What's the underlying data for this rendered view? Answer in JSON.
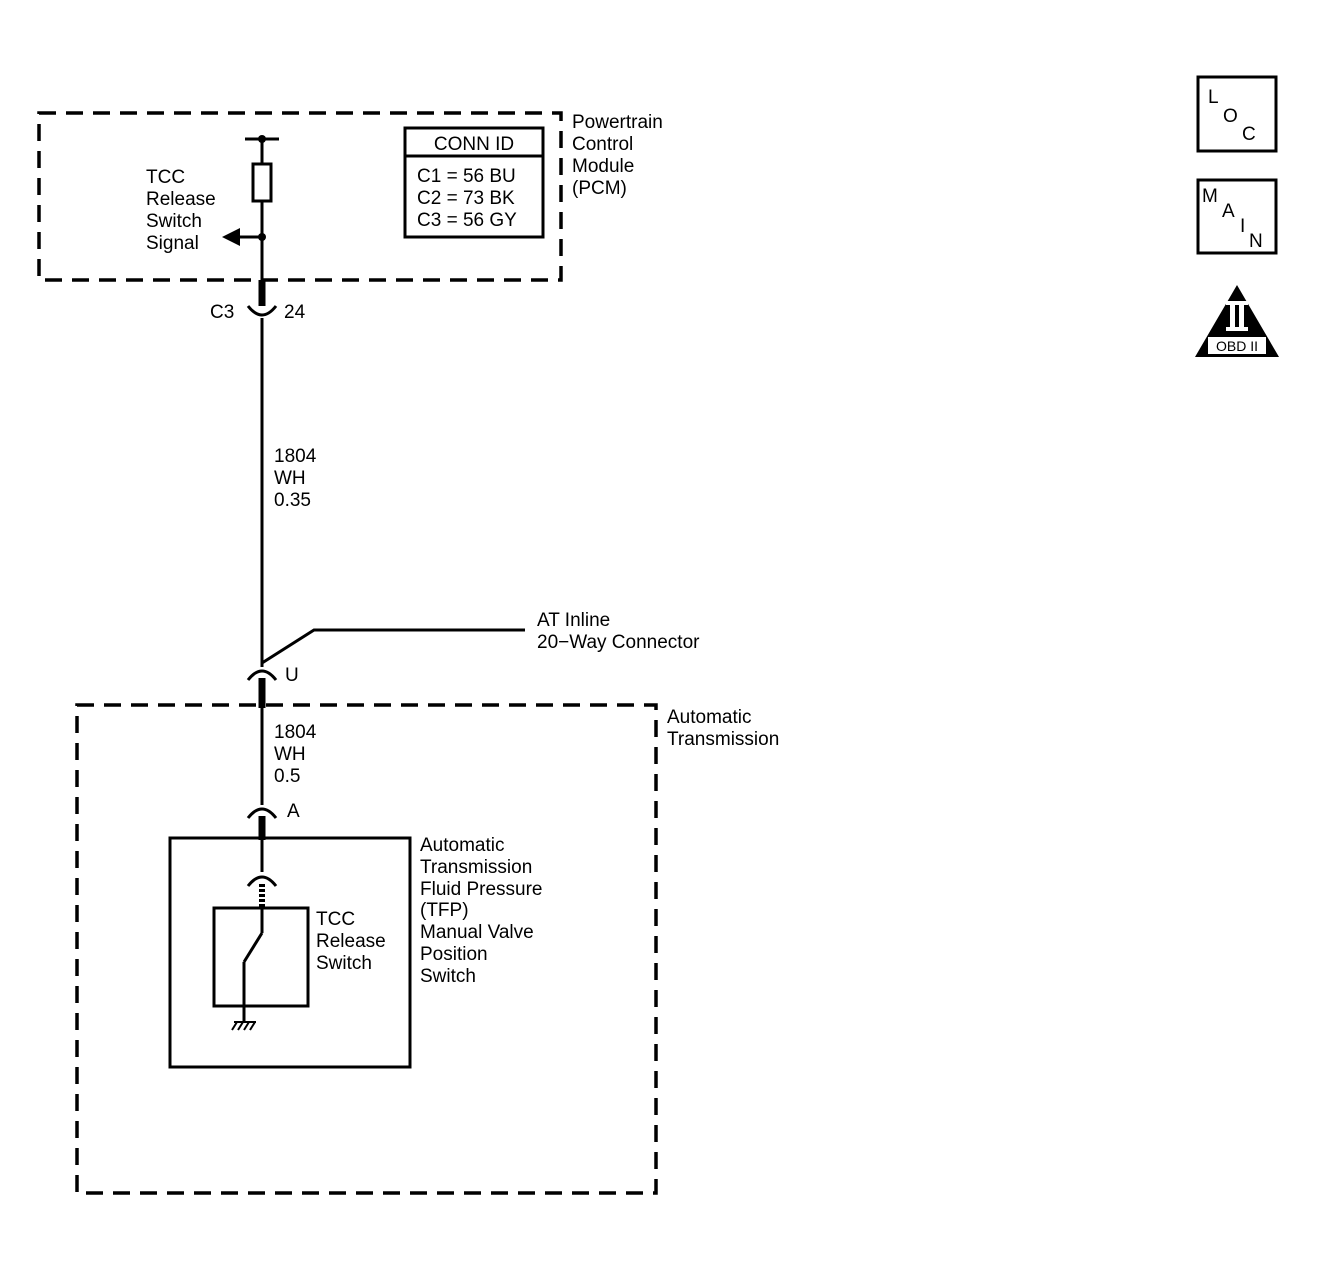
{
  "pcm": {
    "label": [
      "Powertrain",
      "Control",
      "Module",
      "(PCM)"
    ],
    "signal_label": [
      "TCC",
      "Release",
      "Switch",
      "Signal"
    ]
  },
  "conn_id": {
    "title": "CONN ID",
    "rows": [
      "C1 = 56 BU",
      "C2 = 73 BK",
      "C3 = 56 GY"
    ]
  },
  "connector_pcm": {
    "name": "C3",
    "pin": "24"
  },
  "wire_upper": [
    "1804",
    "WH",
    "0.35"
  ],
  "inline_connector": {
    "label": [
      "AT Inline",
      "20−Way Connector"
    ],
    "pin": "U"
  },
  "transmission": {
    "label": [
      "Automatic",
      "Transmission"
    ]
  },
  "wire_lower": [
    "1804",
    "WH",
    "0.5"
  ],
  "switch_connector": {
    "pin": "A"
  },
  "tfp_switch": {
    "label": [
      "Automatic",
      "Transmission",
      "Fluid Pressure",
      "(TFP)",
      "Manual Valve",
      "Position",
      "Switch"
    ]
  },
  "tcc_switch": {
    "label": [
      "TCC",
      "Release",
      "Switch"
    ]
  },
  "icons": {
    "loc": [
      "L",
      "O",
      "C"
    ],
    "main": [
      "M",
      "A",
      "I",
      "N"
    ],
    "obd": {
      "numeral": "II",
      "label": "OBD II"
    }
  }
}
